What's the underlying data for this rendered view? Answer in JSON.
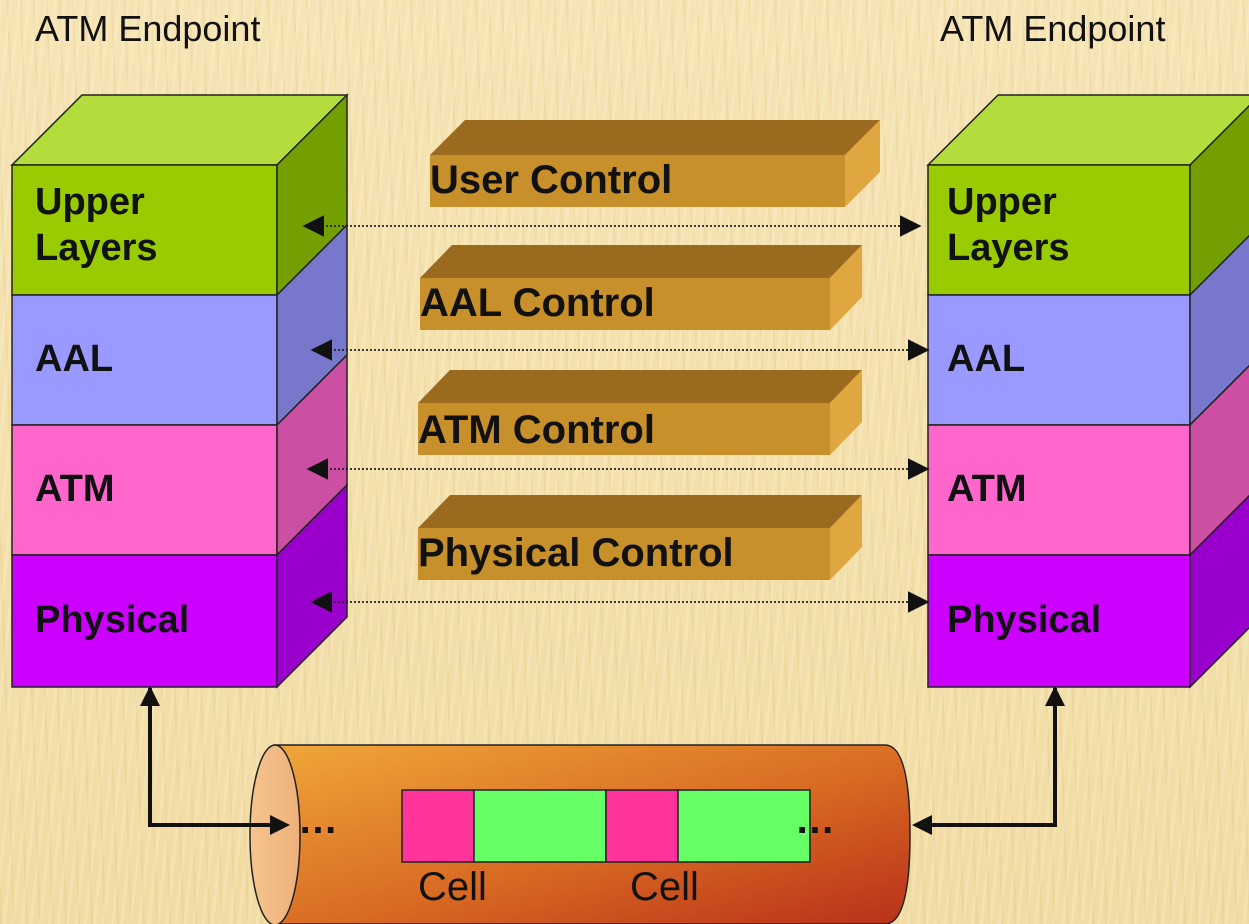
{
  "endpoints": {
    "left": {
      "title": "ATM Endpoint"
    },
    "right": {
      "title": "ATM Endpoint"
    }
  },
  "layers": [
    {
      "name": "upper",
      "line1": "Upper",
      "line2": "Layers",
      "color": "#99cc00"
    },
    {
      "name": "aal",
      "line1": "AAL",
      "line2": "",
      "color": "#9999ff"
    },
    {
      "name": "atm",
      "line1": "ATM",
      "line2": "",
      "color": "#ff66cc"
    },
    {
      "name": "physical",
      "line1": "Physical",
      "line2": "",
      "color": "#cc00ff"
    }
  ],
  "controls": [
    {
      "name": "user",
      "label": "User Control"
    },
    {
      "name": "aal",
      "label": "AAL Control"
    },
    {
      "name": "atm",
      "label": "ATM Control"
    },
    {
      "name": "physical",
      "label": "Physical Control"
    }
  ],
  "cells": {
    "label_1": "Cell",
    "label_2": "Cell",
    "ellipsis_left": "…",
    "ellipsis_right": "…",
    "header_color": "#ff3399",
    "payload_color": "#66ff66"
  },
  "colors": {
    "control_bar": "#c8902a",
    "pipe": "#e8862a"
  }
}
